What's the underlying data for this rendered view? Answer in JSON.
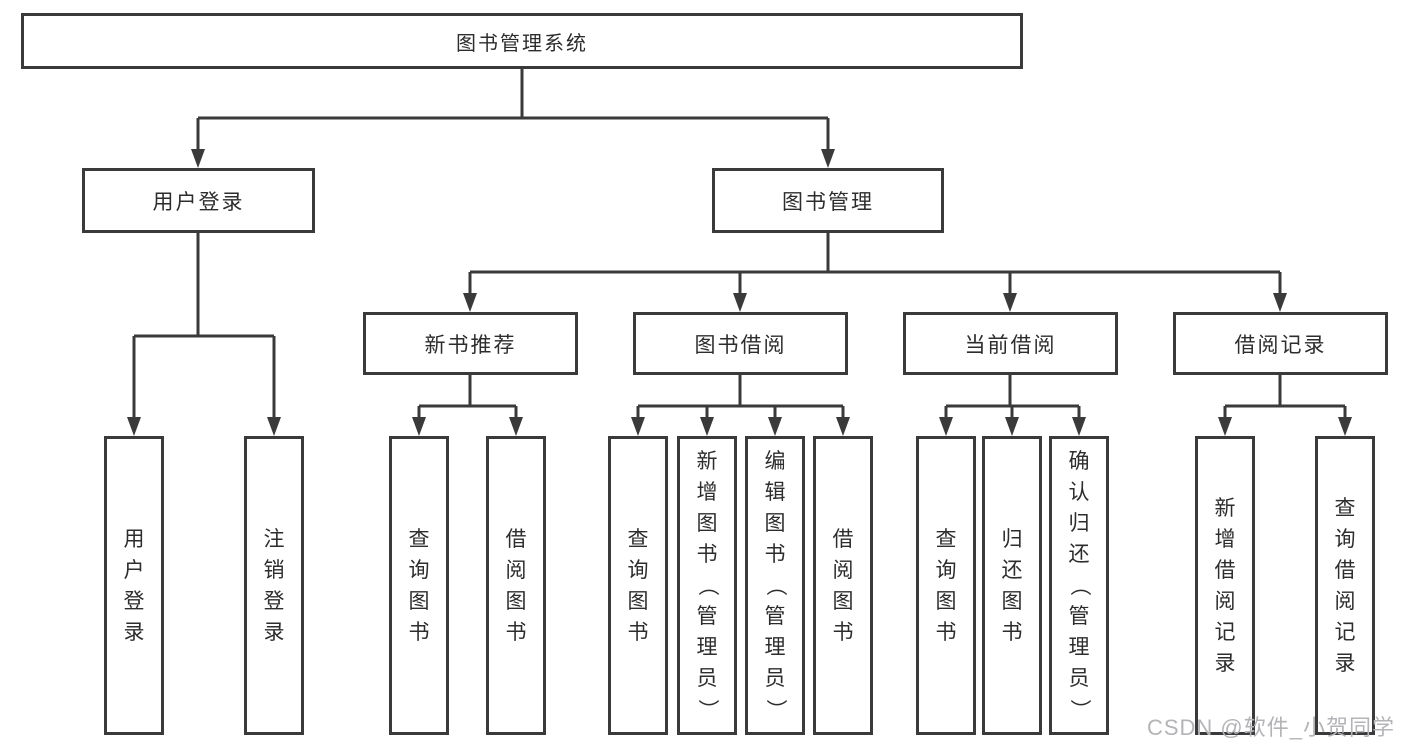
{
  "tree": {
    "label": "图书管理系统",
    "children": [
      {
        "label": "用户登录",
        "children": [
          {
            "label": "用户登录"
          },
          {
            "label": "注销登录"
          }
        ]
      },
      {
        "label": "图书管理",
        "children": [
          {
            "label": "新书推荐",
            "children": [
              {
                "label": "查询图书"
              },
              {
                "label": "借阅图书"
              }
            ]
          },
          {
            "label": "图书借阅",
            "children": [
              {
                "label": "查询图书"
              },
              {
                "label": "新增图书（管理员）"
              },
              {
                "label": "编辑图书（管理员）"
              },
              {
                "label": "借阅图书"
              }
            ]
          },
          {
            "label": "当前借阅",
            "children": [
              {
                "label": "查询图书"
              },
              {
                "label": "归还图书"
              },
              {
                "label": "确认归还（管理员）"
              }
            ]
          },
          {
            "label": "借阅记录",
            "children": [
              {
                "label": "新增借阅记录"
              },
              {
                "label": "查询借阅记录"
              }
            ]
          }
        ]
      }
    ]
  },
  "watermark": "CSDN @软件_小贺同学",
  "colors": {
    "line": "#3a3a3a",
    "text": "#2d2d2d",
    "watermark": "#b4b4b8",
    "background": "#ffffff"
  }
}
